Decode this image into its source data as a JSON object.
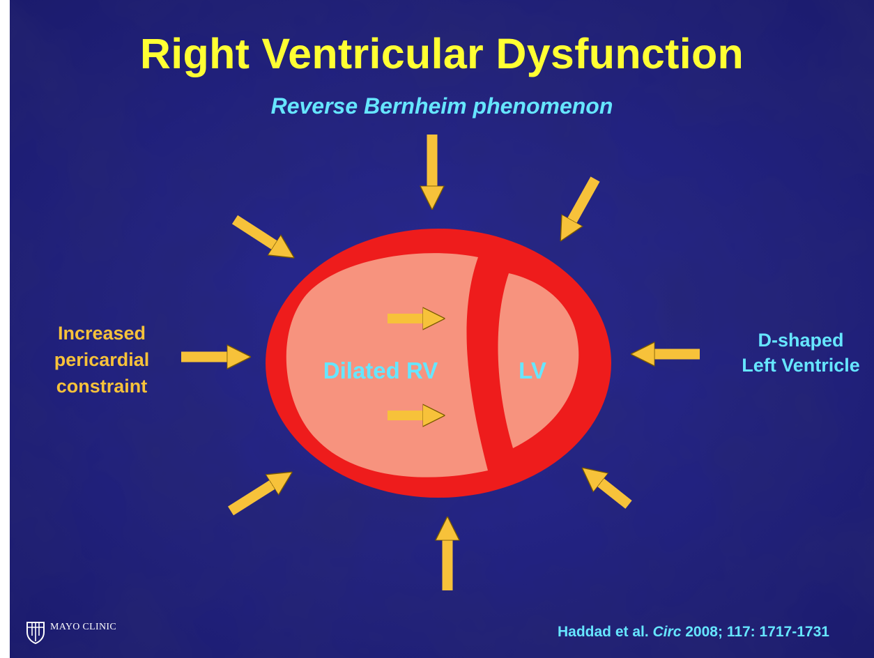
{
  "slide": {
    "title": "Right Ventricular Dysfunction",
    "subtitle": "Reverse Bernheim phenomenon",
    "left_label": [
      "Increased",
      "pericardial",
      "constraint"
    ],
    "right_label": [
      "D-shaped",
      "Left Ventricle"
    ],
    "reference": {
      "authors": "Haddad et al.",
      "journal": "Circ",
      "details": "2008; 117: 1717-1731"
    },
    "logo_text": "MAYO CLINIC"
  },
  "diagram": {
    "rv_label": "Dilated RV",
    "lv_label": "LV"
  },
  "colors": {
    "background": "#1a1a78",
    "title": "#ffff33",
    "cyan_text": "#66e6ff",
    "arrow": "#f7c23a",
    "heart_wall": "#ee1c1c",
    "chamber": "#f7937e"
  }
}
